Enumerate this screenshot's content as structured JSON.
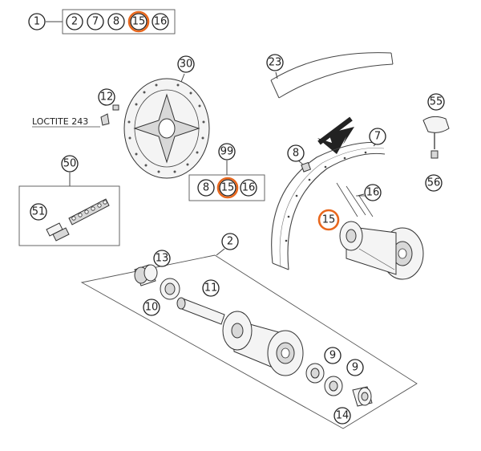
{
  "accent_color": "#e8671d",
  "note_label": "LOCTITE 243",
  "kit_top": {
    "number": "1",
    "items": [
      "2",
      "7",
      "8",
      "15",
      "16"
    ],
    "highlighted": "15"
  },
  "kit_99": {
    "number": "99",
    "items": [
      "8",
      "15",
      "16"
    ],
    "highlighted": "15"
  },
  "callouts": {
    "c30": "30",
    "c23": "23",
    "c12": "12",
    "c55": "55",
    "c56": "56",
    "c8": "8",
    "c7": "7",
    "c16": "16",
    "c15": "15",
    "c50": "50",
    "c51": "51",
    "c2": "2",
    "c13": "13",
    "c11": "11",
    "c10": "10",
    "c9a": "9",
    "c9b": "9",
    "c14": "14"
  }
}
